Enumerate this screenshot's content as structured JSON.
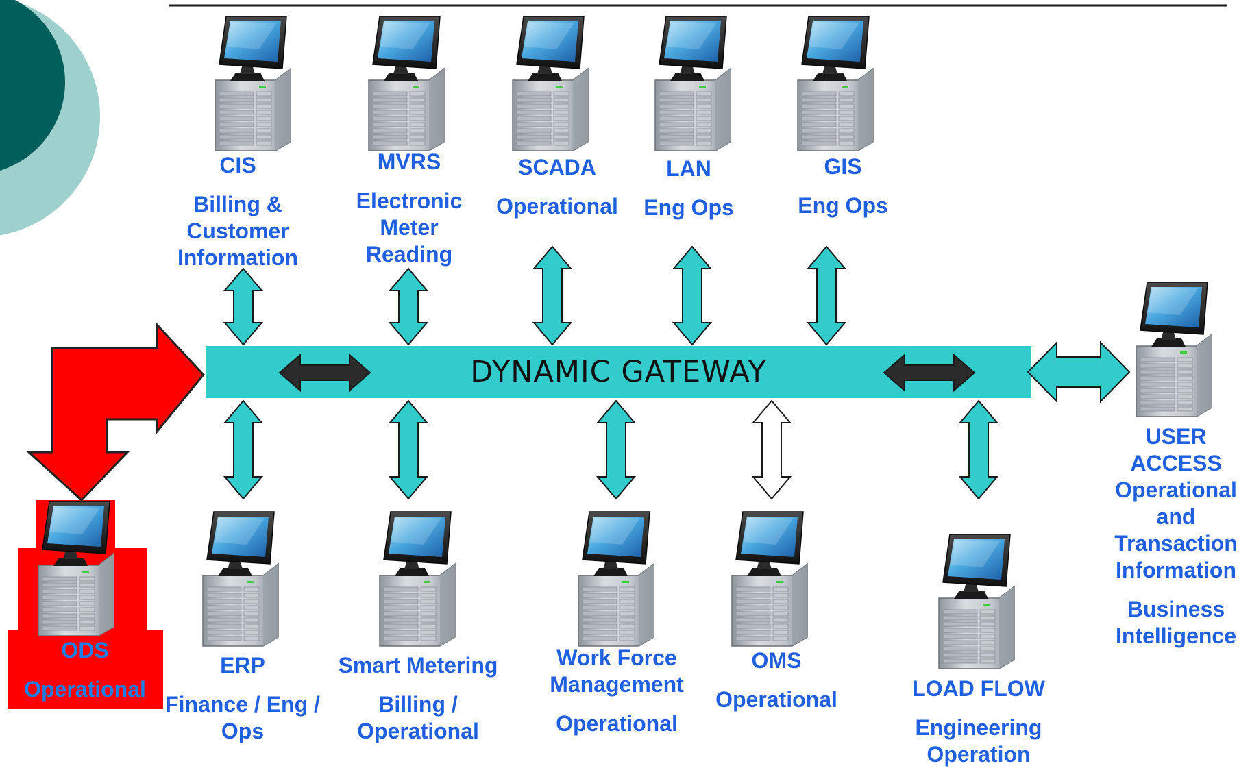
{
  "colors": {
    "link_text": "#1f5fe0",
    "gateway_bar": "#33cccc",
    "arrow_teal": "#33cccc",
    "arrow_dark": "#2b2b2b",
    "ods_red": "#ff0000",
    "deco_dark": "#005f5a",
    "deco_light": "#9ed1cd"
  },
  "gateway": {
    "label": "DYNAMIC GATEWAY"
  },
  "systems": {
    "cis": {
      "name": "CIS",
      "desc": [
        "Billing &",
        "Customer",
        "Information"
      ]
    },
    "mvrs": {
      "name": "MVRS",
      "desc": [
        "Electronic",
        "Meter",
        "Reading"
      ]
    },
    "scada": {
      "name": "SCADA",
      "desc": [
        "Operational"
      ]
    },
    "lan": {
      "name": "LAN",
      "desc": [
        "Eng Ops"
      ]
    },
    "gis": {
      "name": "GIS",
      "desc": [
        "Eng Ops"
      ]
    },
    "erp": {
      "name": "ERP",
      "desc": [
        "Finance / Eng /",
        "Ops"
      ]
    },
    "smart_metering": {
      "name": "Smart Metering",
      "desc": [
        "Billing /",
        "Operational"
      ]
    },
    "wfm": {
      "name_lines": [
        "Work Force",
        "Management"
      ],
      "desc": [
        "Operational"
      ]
    },
    "oms": {
      "name": "OMS",
      "desc": [
        "Operational"
      ]
    },
    "load_flow": {
      "name": "LOAD FLOW",
      "desc": [
        "Engineering",
        "Operation"
      ]
    },
    "user_access": {
      "name_lines": [
        "USER",
        "ACCESS"
      ],
      "desc": [
        "Operational",
        "and",
        "Transaction",
        "Information"
      ],
      "desc2": [
        "Business",
        "Intelligence"
      ]
    },
    "ods": {
      "name": "ODS",
      "desc": [
        "Operational"
      ]
    }
  }
}
